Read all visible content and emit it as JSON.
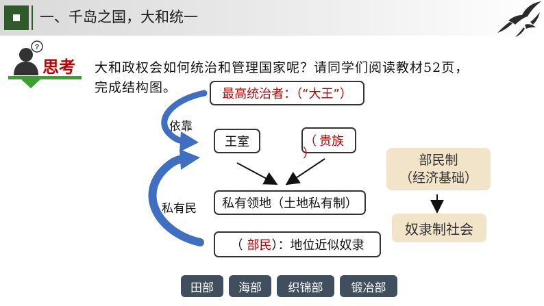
{
  "header": {
    "title": "一、千岛之国，大和统一"
  },
  "think": {
    "label": "思考",
    "prompt_line1": "大和政权会如何统治和管理国家呢？请同学们阅读教材52页，",
    "prompt_line2": "完成结构图。"
  },
  "diagram": {
    "ruler_prefix": "最高统治者：（",
    "ruler_answer": "“大王”",
    "ruler_suffix": "）",
    "royal_family": "王室",
    "noble_open": "（",
    "noble_answer": "贵族",
    "noble_close": "）",
    "territory": "私有领地（土地私有制）",
    "people_open": "（",
    "people_answer": "部民",
    "people_suffix": "）：地位近似奴隶",
    "label_rely": "依靠",
    "label_private": "私有民"
  },
  "right_panel": {
    "system_line1": "部民制",
    "system_line2": "（经济基础）",
    "society": "奴隶制社会"
  },
  "departments": [
    "田部",
    "海部",
    "织锦部",
    "锻冶部"
  ],
  "colors": {
    "header_accent": "#2f5a2a",
    "think_red": "#c00000",
    "think_green": "#3aa12e",
    "arrow_blue": "#3f6fc1",
    "panel_tan": "#f2e4c8",
    "department_slate": "#404e5d"
  }
}
